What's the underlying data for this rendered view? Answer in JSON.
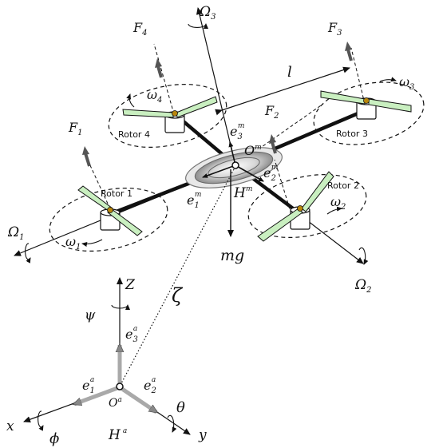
{
  "labels": {
    "F1": {
      "base": "F",
      "sub": "1"
    },
    "F2": {
      "base": "F",
      "sub": "2"
    },
    "F3": {
      "base": "F",
      "sub": "3"
    },
    "F4": {
      "base": "F",
      "sub": "4"
    },
    "Omega1": {
      "base": "Ω",
      "sub": "1"
    },
    "Omega2": {
      "base": "Ω",
      "sub": "2"
    },
    "Omega3": {
      "base": "Ω",
      "sub": "3"
    },
    "omega1": {
      "base": "ω",
      "sub": "1"
    },
    "omega2": {
      "base": "ω",
      "sub": "2"
    },
    "omega3": {
      "base": "ω",
      "sub": "3"
    },
    "omega4": {
      "base": "ω",
      "sub": "4"
    },
    "l": "l",
    "e1m": {
      "base": "e",
      "sub": "1",
      "sup": "m"
    },
    "e2m": {
      "base": "e",
      "sub": "2",
      "sup": "m"
    },
    "e3m": {
      "base": "e",
      "sub": "3",
      "sup": "m"
    },
    "Om": {
      "base": "O",
      "sup": "m"
    },
    "Hm": {
      "base": "H",
      "sup": "m"
    },
    "mg": "mg",
    "zeta": "ζ",
    "Z": "Z",
    "psi": "ψ",
    "e1a": {
      "base": "e",
      "sub": "1",
      "sup": "a"
    },
    "e2a": {
      "base": "e",
      "sub": "2",
      "sup": "a"
    },
    "e3a": {
      "base": "e",
      "sub": "3",
      "sup": "a"
    },
    "Oa": {
      "base": "O",
      "sup": "a"
    },
    "Ha": {
      "base": "H",
      "sup": "a"
    },
    "x": "x",
    "y": "y",
    "phi": "ϕ",
    "theta": "θ"
  },
  "rotors": {
    "rotor1": "Rotor 1",
    "rotor2": "Rotor 2",
    "rotor3": "Rotor 3",
    "rotor4": "Rotor 4"
  },
  "colors": {
    "arm": "#111111",
    "blade_fill": "#c9efc0",
    "motor_fill": "#ffffff",
    "hub": "#b8860b",
    "inertial_axis": "#a9a9a9"
  }
}
